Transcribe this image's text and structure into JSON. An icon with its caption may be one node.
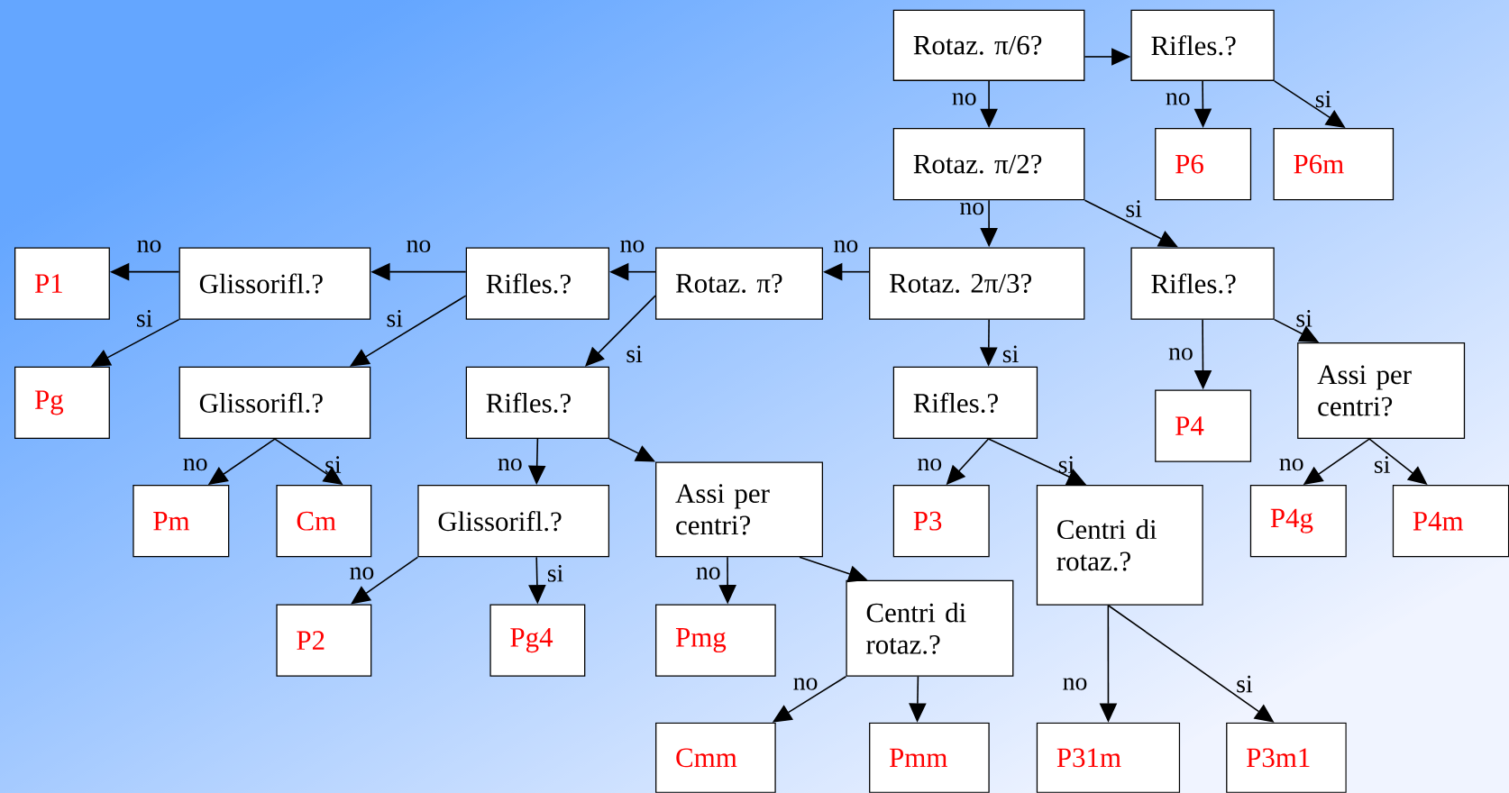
{
  "diagram": {
    "nodes": [
      {
        "text": [
          "Rotaz. π/6?"
        ]
      },
      {
        "text": [
          "Rifles.?"
        ]
      },
      {
        "text": [
          "Rotaz. π/2?"
        ]
      },
      {
        "text": [
          "P6"
        ]
      },
      {
        "text": [
          "P6m"
        ]
      },
      {
        "text": [
          "Rotaz. 2π/3?"
        ]
      },
      {
        "text": [
          "Rotaz. π?"
        ]
      },
      {
        "text": [
          "Rifles.?"
        ]
      },
      {
        "text": [
          "Glissorifl.?"
        ]
      },
      {
        "text": [
          "P1"
        ]
      },
      {
        "text": [
          "Pg"
        ]
      },
      {
        "text": [
          "Glissorifl.?"
        ]
      },
      {
        "text": [
          "Pm"
        ]
      },
      {
        "text": [
          "Cm"
        ]
      },
      {
        "text": [
          "Rifles.?"
        ]
      },
      {
        "text": [
          "Glissorifl.?"
        ]
      },
      {
        "text": [
          "P2"
        ]
      },
      {
        "text": [
          "Pg4"
        ]
      },
      {
        "text": [
          "Assi per centri?"
        ]
      },
      {
        "text": [
          "Pmg"
        ]
      },
      {
        "text": [
          "Centri di rotaz.?"
        ]
      },
      {
        "text": [
          "Cmm"
        ]
      },
      {
        "text": [
          "Pmm"
        ]
      },
      {
        "text": [
          "Rifles.?"
        ]
      },
      {
        "text": [
          "P3"
        ]
      },
      {
        "text": [
          "Centri di rotaz.?"
        ]
      },
      {
        "text": [
          "P31m"
        ]
      },
      {
        "text": [
          "P3m1"
        ]
      },
      {
        "text": [
          "Rifles.?"
        ]
      },
      {
        "text": [
          "P4"
        ]
      },
      {
        "text": [
          "Assi per centri?"
        ]
      },
      {
        "text": [
          "P4g"
        ]
      },
      {
        "text": [
          "P4m"
        ]
      }
    ],
    "edges": [
      {
        "from": 0,
        "to": 1,
        "arrow": "to"
      },
      {
        "from": 0,
        "to": 2,
        "arrow": "to",
        "label": "no"
      },
      {
        "from": 1,
        "to": 3,
        "arrow": "to",
        "label": "no"
      },
      {
        "from": 1,
        "to": 4,
        "arrow": "to",
        "label": "si"
      },
      {
        "from": 2,
        "to": 5,
        "arrow": "to",
        "label": "no"
      },
      {
        "from": 2,
        "to": 28,
        "arrow": "to",
        "label": "si"
      },
      {
        "from": 5,
        "to": 6,
        "arrow": "to",
        "label": "no"
      },
      {
        "from": 5,
        "to": 23,
        "arrow": "to",
        "label": "si"
      },
      {
        "from": 6,
        "to": 7,
        "arrow": "to",
        "label": "no"
      },
      {
        "from": 6,
        "to": 14,
        "arrow": "to",
        "label": "si"
      },
      {
        "from": 7,
        "to": 8,
        "arrow": "to",
        "label": "no"
      },
      {
        "from": 7,
        "to": 11,
        "arrow": "to",
        "label": "si"
      },
      {
        "from": 8,
        "to": 9,
        "arrow": "to",
        "label": "no"
      },
      {
        "from": 8,
        "to": 10,
        "arrow": "to",
        "label": "si"
      },
      {
        "from": 11,
        "to": 12,
        "arrow": "to",
        "label": "no"
      },
      {
        "from": 11,
        "to": 13,
        "arrow": "to",
        "label": "si"
      },
      {
        "from": 14,
        "to": 15,
        "arrow": "to",
        "label": "no"
      },
      {
        "from": 14,
        "to": 18,
        "arrow": "to"
      },
      {
        "from": 15,
        "to": 16,
        "arrow": "to",
        "label": "no"
      },
      {
        "from": 15,
        "to": 17,
        "arrow": "to",
        "label": "si"
      },
      {
        "from": 18,
        "to": 19,
        "arrow": "to",
        "label": "no"
      },
      {
        "from": 18,
        "to": 20,
        "arrow": "to"
      },
      {
        "from": 20,
        "to": 21,
        "arrow": "to",
        "label": "no"
      },
      {
        "from": 20,
        "to": 22,
        "arrow": "to"
      },
      {
        "from": 23,
        "to": 24,
        "arrow": "to",
        "label": "no"
      },
      {
        "from": 23,
        "to": 25,
        "arrow": "to",
        "label": "si"
      },
      {
        "from": 25,
        "to": 26,
        "arrow": "to",
        "label": "no"
      },
      {
        "from": 25,
        "to": 27,
        "arrow": "to",
        "label": "si"
      },
      {
        "from": 28,
        "to": 29,
        "arrow": "to",
        "label": "no"
      },
      {
        "from": 28,
        "to": 30,
        "arrow": "to",
        "label": "si"
      },
      {
        "from": 30,
        "to": 31,
        "arrow": "to",
        "label": "no"
      },
      {
        "from": 30,
        "to": 32,
        "arrow": "to",
        "label": "si"
      }
    ]
  }
}
